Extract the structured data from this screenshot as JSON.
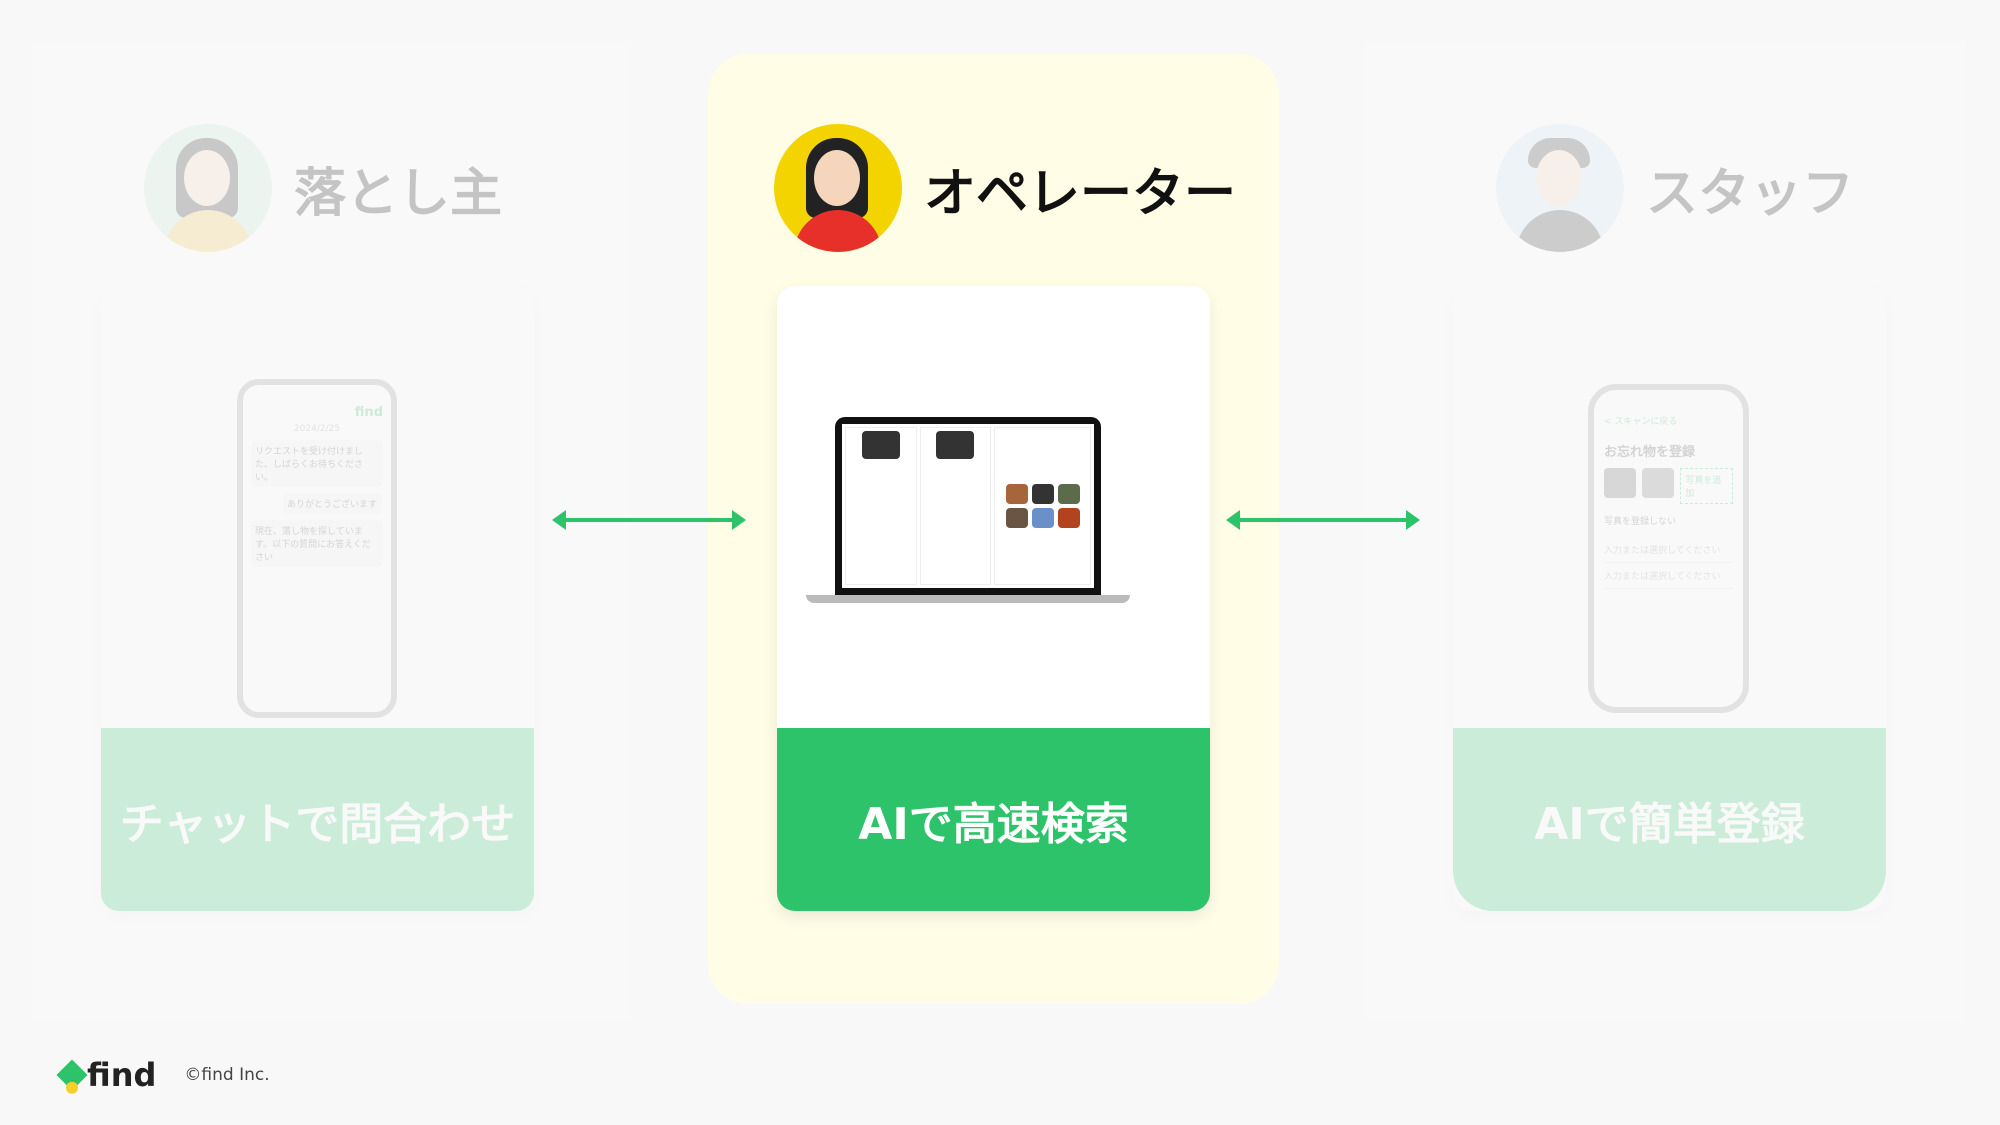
{
  "roles": [
    {
      "title": "落とし主",
      "feature": "チャットで問合わせ"
    },
    {
      "title": "オペレーター",
      "feature": "AIで高速検索"
    },
    {
      "title": "スタッフ",
      "feature": "AIで簡単登録"
    }
  ],
  "chat_phone": {
    "brand": "find",
    "date": "2024/2/25",
    "msg1": "リクエストを受け付けました。しばらくお待ちください。",
    "msg2": "ありがとうございます",
    "msg3": "現在、落し物を探しています。以下の質問にお答えください"
  },
  "staff_phone": {
    "back": "< スキャンに戻る",
    "heading": "お忘れ物を登録",
    "add_photo": "写真を追加",
    "no_photo": "写真を登録しない",
    "placeholder": "入力または選択してください"
  },
  "footer": {
    "logo": "find",
    "copyright": "©find Inc."
  },
  "colors": {
    "accent": "#2dc36a",
    "highlight": "#fffde6"
  }
}
